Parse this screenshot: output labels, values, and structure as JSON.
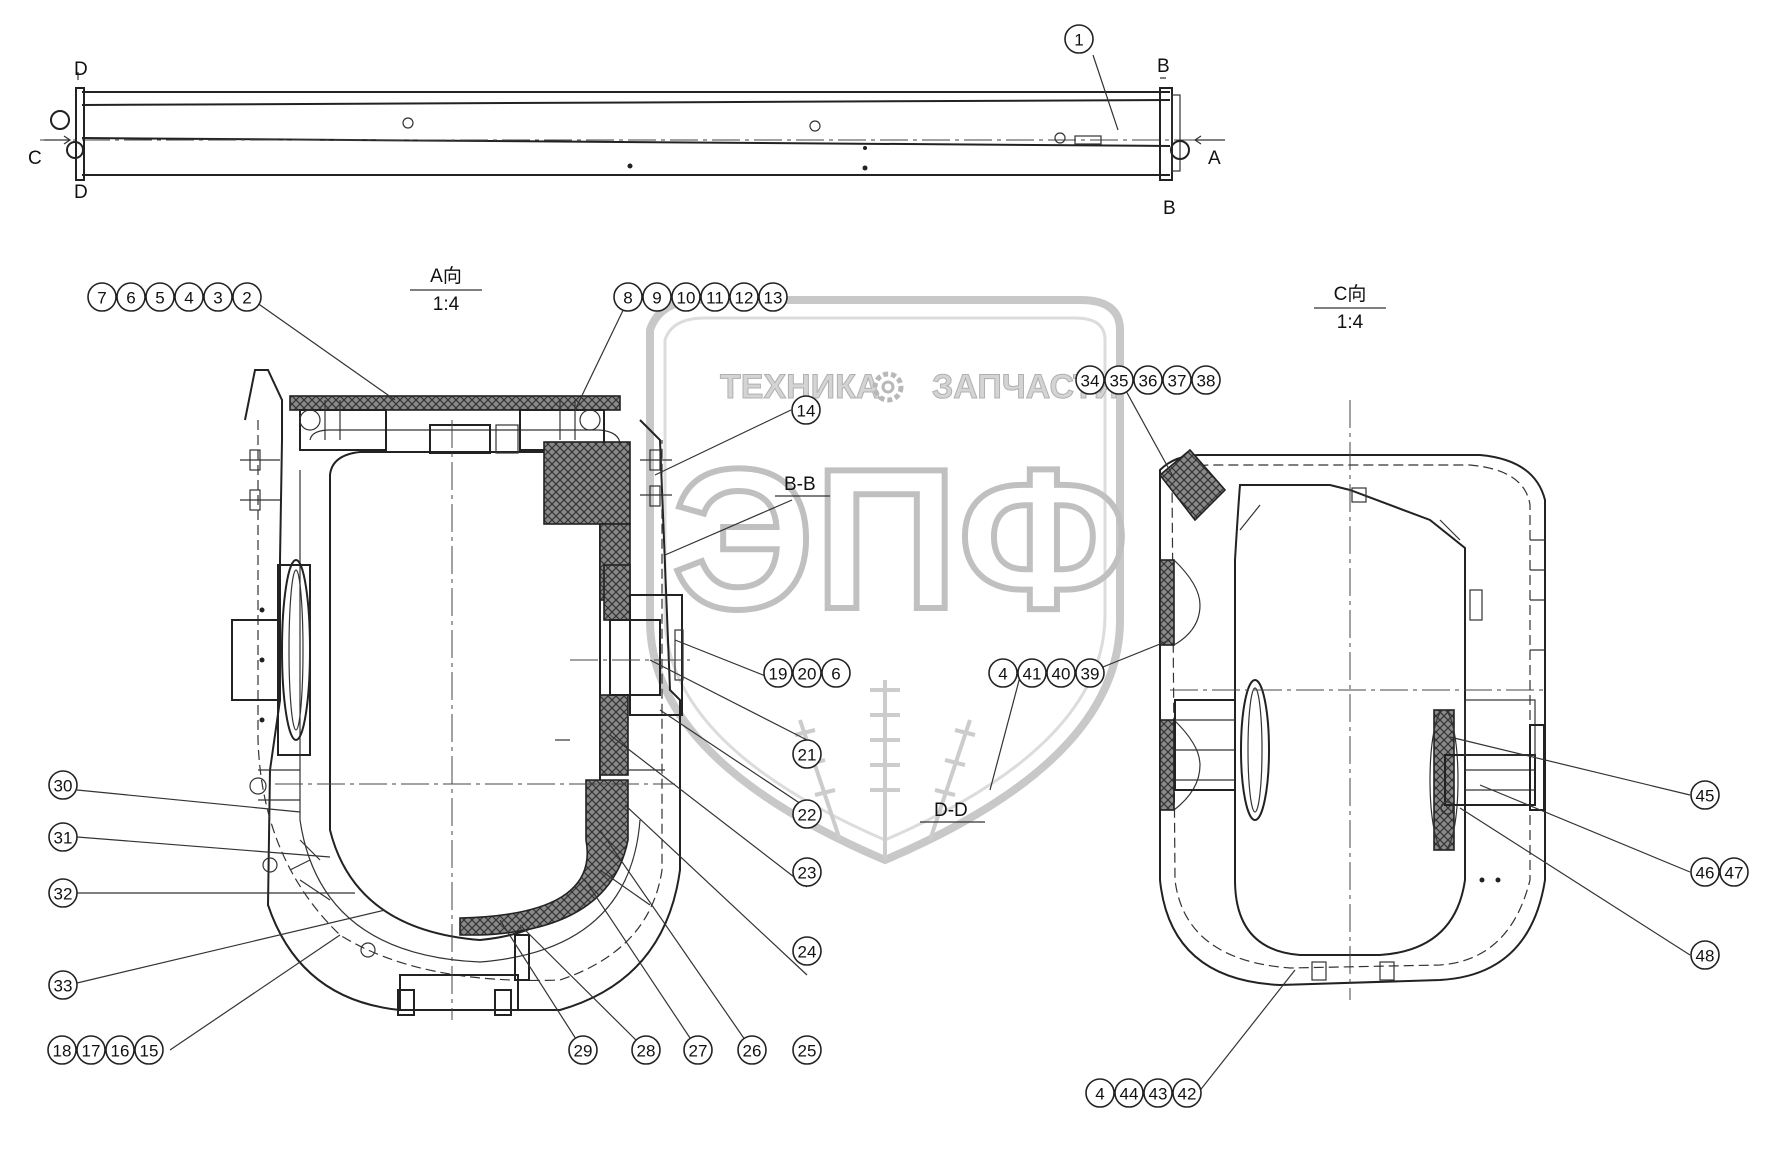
{
  "views": {
    "a_view": {
      "title": "A向",
      "scale": "1:4"
    },
    "c_view": {
      "title": "C向",
      "scale": "1:4"
    }
  },
  "section_labels": {
    "bb": "B-B",
    "dd": "D-D",
    "top_d_upper": "D",
    "top_d_lower": "D",
    "top_b_upper": "B",
    "top_b_lower": "B",
    "top_c": "C",
    "top_a": "A"
  },
  "watermark": {
    "line1_left": "ТЕХНИКА",
    "line1_right": "ЗАПЧАСТИ",
    "logo_letters": "ЭПФ"
  },
  "callouts": {
    "b1": [
      "1"
    ],
    "b2": [
      "7",
      "6",
      "5",
      "4",
      "3",
      "2"
    ],
    "b3": [
      "8",
      "9",
      "10",
      "11",
      "12",
      "13"
    ],
    "b4": [
      "14"
    ],
    "b5": [
      "19",
      "20",
      "6"
    ],
    "b6": [
      "21"
    ],
    "b7": [
      "22"
    ],
    "b8": [
      "23"
    ],
    "b9": [
      "24"
    ],
    "b10": [
      "25"
    ],
    "b11": [
      "26"
    ],
    "b12": [
      "27"
    ],
    "b13": [
      "28"
    ],
    "b14": [
      "29"
    ],
    "b15": [
      "30"
    ],
    "b16": [
      "31"
    ],
    "b17": [
      "32"
    ],
    "b18": [
      "33"
    ],
    "b19": [
      "18",
      "17",
      "16",
      "15"
    ],
    "b20": [
      "34",
      "35",
      "36",
      "37",
      "38"
    ],
    "b21": [
      "4",
      "41",
      "40",
      "39"
    ],
    "b22": [
      "45"
    ],
    "b23": [
      "46",
      "47"
    ],
    "b24": [
      "48"
    ],
    "b25": [
      "4",
      "44",
      "43",
      "42"
    ]
  }
}
